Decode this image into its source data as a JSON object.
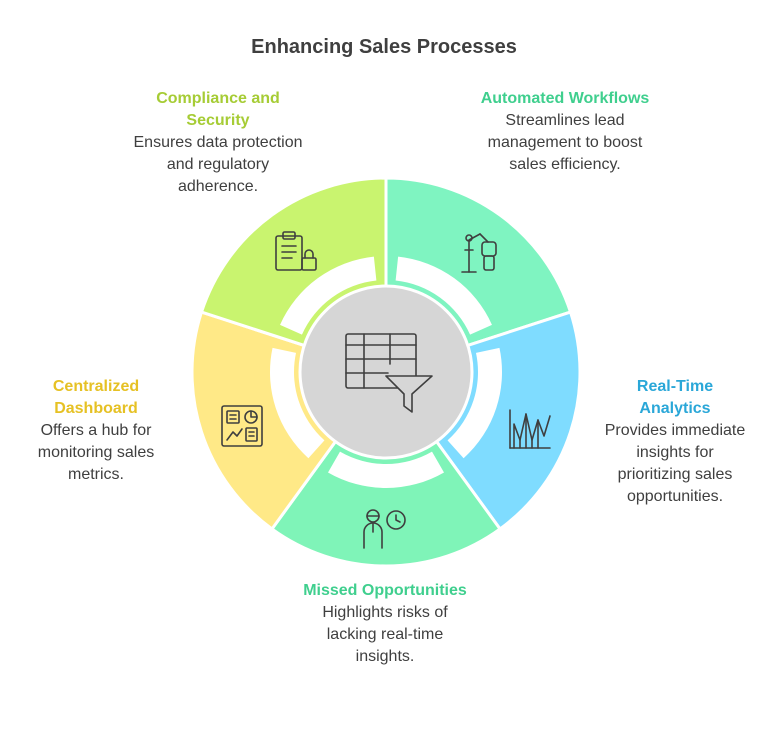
{
  "title": "Enhancing Sales Processes",
  "colors": {
    "compliance": "#c9f46f",
    "automated": "#7ff4c1",
    "realtime": "#7fdcff",
    "missed": "#7ff4b8",
    "centralized": "#ffe987",
    "compliance_text": "#a6cc35",
    "automated_text": "#3fcf8e",
    "realtime_text": "#2aa7d8",
    "missed_text": "#3fcf8e",
    "centralized_text": "#e6c124",
    "hub": "#d6d6d6",
    "text": "#3f3f3f"
  },
  "segments": {
    "compliance": {
      "heading": "Compliance and Security",
      "description": "Ensures data protection and regulatory adherence.",
      "icon": "clipboard-lock-icon"
    },
    "automated": {
      "heading": "Automated Workflows",
      "description": "Streamlines lead management to boost sales efficiency.",
      "icon": "robot-arm-icon"
    },
    "realtime": {
      "heading": "Real-Time Analytics",
      "description": "Provides immediate insights for prioritizing sales opportunities.",
      "icon": "analytics-chart-icon"
    },
    "missed": {
      "heading": "Missed Opportunities",
      "description": "Highlights risks of lacking real-time insights.",
      "icon": "person-clock-icon"
    },
    "centralized": {
      "heading": "Centralized Dashboard",
      "description": "Offers a hub for monitoring sales metrics.",
      "icon": "dashboard-icon"
    }
  },
  "center": {
    "icon": "table-filter-icon"
  }
}
